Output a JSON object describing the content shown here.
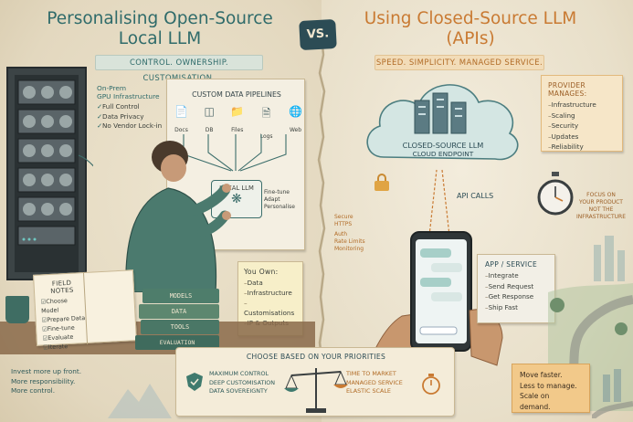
{
  "titles": {
    "left_line1": "Personalising Open-Source",
    "left_line2": "Local LLM",
    "right_line1": "Using Closed-Source LLM",
    "right_line2": "(APIs)",
    "vs": "VS."
  },
  "ribbons": {
    "left": "CONTROL. OWNERSHIP. CUSTOMISATION.",
    "right": "SPEED. SIMPLICITY. MANAGED SERVICE."
  },
  "onprem": {
    "heading_line1": "On-Prem",
    "heading_line2": "GPU Infrastructure",
    "items": [
      "Full Control",
      "Data Privacy",
      "No Vendor Lock-in"
    ]
  },
  "pipelines": {
    "title": "CUSTOM DATA PIPELINES",
    "sources": [
      "Docs",
      "DB",
      "Files",
      "Logs",
      "Web"
    ],
    "center": "LOCAL LLM",
    "actions": [
      "Fine-tune",
      "Adapt",
      "Personalise"
    ]
  },
  "you_own": {
    "heading": "You Own:",
    "items": [
      "Data",
      "Infrastructure",
      "Customisations",
      "IP & Outputs"
    ]
  },
  "field_notes": {
    "heading": "FIELD NOTES",
    "items": [
      "Choose Model",
      "Prepare Data",
      "Fine-tune",
      "Evaluate",
      "Iterate"
    ]
  },
  "books": [
    "MODELS",
    "DATA",
    "TOOLS",
    "EVALUATION"
  ],
  "left_footer": [
    "Invest more up front.",
    "More responsibility.",
    "More control."
  ],
  "cloud": {
    "line1": "CLOSED-SOURCE LLM",
    "line2": "CLOUD ENDPOINT"
  },
  "provider": {
    "heading": "PROVIDER MANAGES:",
    "items": [
      "Infrastructure",
      "Scaling",
      "Security",
      "Updates",
      "Reliability"
    ]
  },
  "focus": [
    "FOCUS ON",
    "YOUR PRODUCT",
    "NOT THE",
    "INFRASTRUCTURE"
  ],
  "api_calls": "API CALLS",
  "secure": [
    "Secure",
    "HTTPS",
    "Auth",
    "Rate Limits",
    "Monitoring"
  ],
  "app_service": {
    "heading": "APP / SERVICE",
    "items": [
      "Integrate",
      "Send Request",
      "Get Response",
      "Ship Fast"
    ]
  },
  "right_footer": [
    "Move faster.",
    "Less to manage.",
    "Scale on demand."
  ],
  "priorities": {
    "title": "CHOOSE BASED ON YOUR PRIORITIES",
    "left_items": [
      "MAXIMUM CONTROL",
      "DEEP CUSTOMISATION",
      "DATA SOVEREIGNTY"
    ],
    "right_items": [
      "TIME TO MARKET",
      "MANAGED SERVICE",
      "ELASTIC SCALE"
    ]
  },
  "colors": {
    "teal": "#2f6b6a",
    "orange": "#c97a32",
    "navy": "#2c4c55",
    "paper": "#f6efdc"
  }
}
